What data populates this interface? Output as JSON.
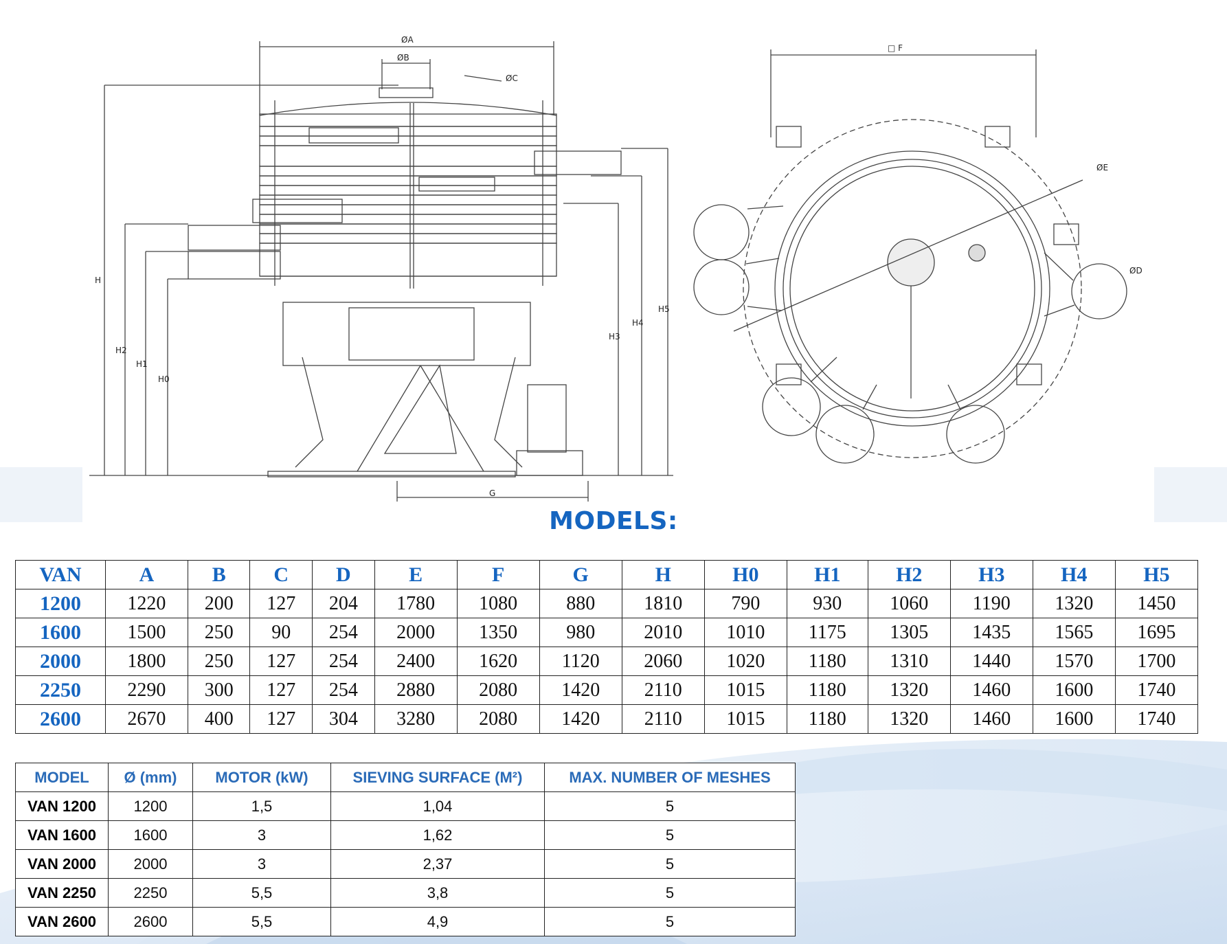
{
  "drawing": {
    "side_labels": {
      "dia_a": "ØA",
      "dia_b": "ØB",
      "dia_c": "ØC",
      "h": "H",
      "h0": "H0",
      "h1": "H1",
      "h2": "H2",
      "h3": "H3",
      "h4": "H4",
      "h5": "H5",
      "g": "G"
    },
    "top_labels": {
      "f": "□ F",
      "dia_e": "ØE",
      "dia_d": "ØD"
    }
  },
  "title": "MODELS:",
  "dimensions_table": {
    "headers": [
      "VAN",
      "A",
      "B",
      "C",
      "D",
      "E",
      "F",
      "G",
      "H",
      "H0",
      "H1",
      "H2",
      "H3",
      "H4",
      "H5"
    ],
    "rows": [
      [
        "1200",
        "1220",
        "200",
        "127",
        "204",
        "1780",
        "1080",
        "880",
        "1810",
        "790",
        "930",
        "1060",
        "1190",
        "1320",
        "1450"
      ],
      [
        "1600",
        "1500",
        "250",
        "90",
        "254",
        "2000",
        "1350",
        "980",
        "2010",
        "1010",
        "1175",
        "1305",
        "1435",
        "1565",
        "1695"
      ],
      [
        "2000",
        "1800",
        "250",
        "127",
        "254",
        "2400",
        "1620",
        "1120",
        "2060",
        "1020",
        "1180",
        "1310",
        "1440",
        "1570",
        "1700"
      ],
      [
        "2250",
        "2290",
        "300",
        "127",
        "254",
        "2880",
        "2080",
        "1420",
        "2110",
        "1015",
        "1180",
        "1320",
        "1460",
        "1600",
        "1740"
      ],
      [
        "2600",
        "2670",
        "400",
        "127",
        "304",
        "3280",
        "2080",
        "1420",
        "2110",
        "1015",
        "1180",
        "1320",
        "1460",
        "1600",
        "1740"
      ]
    ]
  },
  "specs_table": {
    "headers": [
      "MODEL",
      "Ø (mm)",
      "MOTOR (kW)",
      "SIEVING SURFACE (M²)",
      "MAX. NUMBER OF MESHES"
    ],
    "rows": [
      [
        "VAN 1200",
        "1200",
        "1,5",
        "1,04",
        "5"
      ],
      [
        "VAN 1600",
        "1600",
        "3",
        "1,62",
        "5"
      ],
      [
        "VAN 2000",
        "2000",
        "3",
        "2,37",
        "5"
      ],
      [
        "VAN 2250",
        "2250",
        "5,5",
        "3,8",
        "5"
      ],
      [
        "VAN 2600",
        "2600",
        "5,5",
        "4,9",
        "5"
      ]
    ]
  }
}
